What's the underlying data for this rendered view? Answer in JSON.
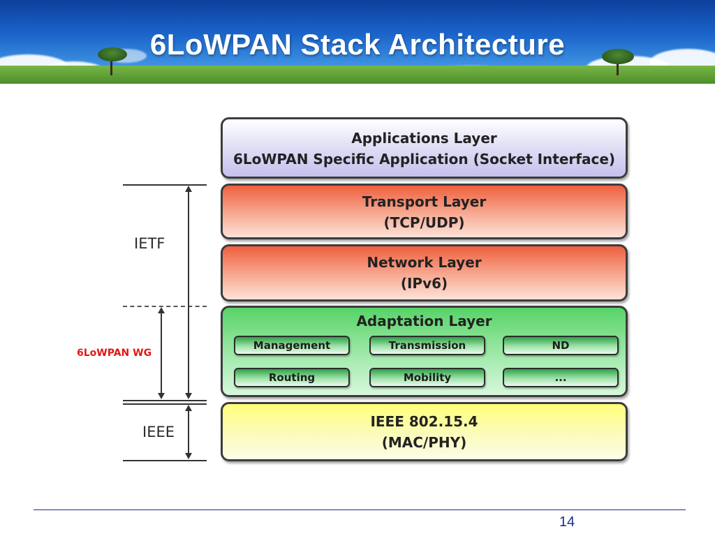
{
  "slide": {
    "title": "6LoWPAN Stack Architecture",
    "page_number": "14"
  },
  "diagram": {
    "layers": {
      "application": {
        "line1": "Applications Layer",
        "line2": "6LoWPAN Specific Application (Socket Interface)",
        "color": "#c3c0ec"
      },
      "transport": {
        "line1": "Transport Layer",
        "line2": "(TCP/UDP)",
        "color": "#ef5f3e"
      },
      "network": {
        "line1": "Network Layer",
        "line2": "(IPv6)",
        "color": "#ef5f3e"
      },
      "adaptation": {
        "line1": "Adaptation Layer",
        "color": "#57d367",
        "modules": [
          "Management",
          "Transmission",
          "ND",
          "Routing",
          "Mobility",
          "..."
        ]
      },
      "ieee": {
        "line1": "IEEE 802.15.4",
        "line2": "(MAC/PHY)",
        "color": "#ffff7a"
      }
    },
    "groups": {
      "ietf": "IETF",
      "wg": "6LoWPAN WG",
      "ieee": "IEEE"
    },
    "wg_label_color": "#e01919"
  }
}
